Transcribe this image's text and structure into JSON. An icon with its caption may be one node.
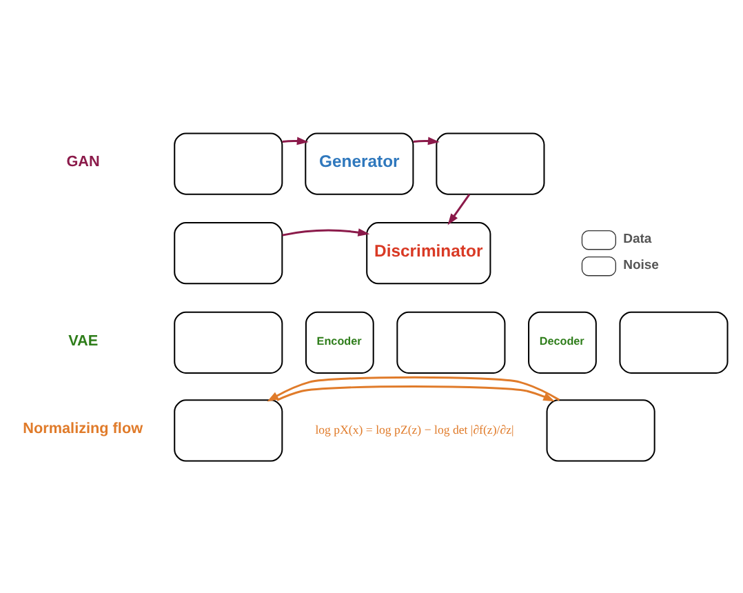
{
  "diagram": {
    "nodes": [
      {
        "text": [],
        "shape": "box"
      },
      {
        "text": [
          "Generator"
        ]
      },
      {
        "text": [],
        "shape": "box"
      },
      {
        "text": [],
        "shape": "box"
      },
      {
        "text": [
          "Discriminator"
        ]
      },
      {
        "text": [],
        "shape": "box"
      },
      {
        "text": [
          "Encoder"
        ]
      },
      {
        "text": [],
        "shape": "box"
      },
      {
        "text": [
          "Decoder"
        ]
      },
      {
        "text": [],
        "shape": "box"
      },
      {
        "text": [],
        "shape": "box"
      },
      {
        "text": [],
        "shape": "box"
      }
    ],
    "edges": [
      {
        "from": 0,
        "to": 1,
        "arrow": "to"
      },
      {
        "from": 1,
        "to": 2,
        "arrow": "to"
      },
      {
        "from": 2,
        "to": 4,
        "arrow": "to"
      },
      {
        "from": 3,
        "to": 4,
        "arrow": "to"
      },
      {
        "from": 10,
        "to": 11,
        "arrow": "to",
        "color": "#e07b2a"
      },
      {
        "from": 11,
        "to": 10,
        "arrow": "to",
        "color": "#e07b2a"
      }
    ],
    "labels": [
      "GAN",
      "VAE",
      "Normalizing flow",
      "log pX(x) = log pZ(z) − log det |∂f(z)/∂z|"
    ],
    "legend": [
      {
        "text": "Data"
      },
      {
        "text": "Noise"
      }
    ]
  }
}
